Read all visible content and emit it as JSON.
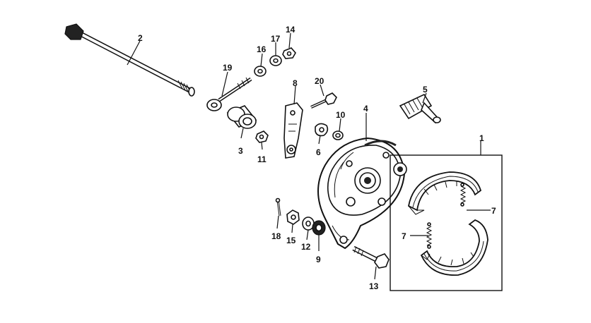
{
  "diagram": {
    "labels": {
      "p1": "1",
      "p2": "2",
      "p3": "3",
      "p4": "4",
      "p5": "5",
      "p6": "6",
      "p7a": "7",
      "p7b": "7",
      "p8": "8",
      "p9": "9",
      "p10": "10",
      "p11": "11",
      "p12": "12",
      "p13": "13",
      "p14": "14",
      "p15": "15",
      "p16": "16",
      "p17": "17",
      "p18": "18",
      "p19": "19",
      "p20": "20"
    }
  }
}
